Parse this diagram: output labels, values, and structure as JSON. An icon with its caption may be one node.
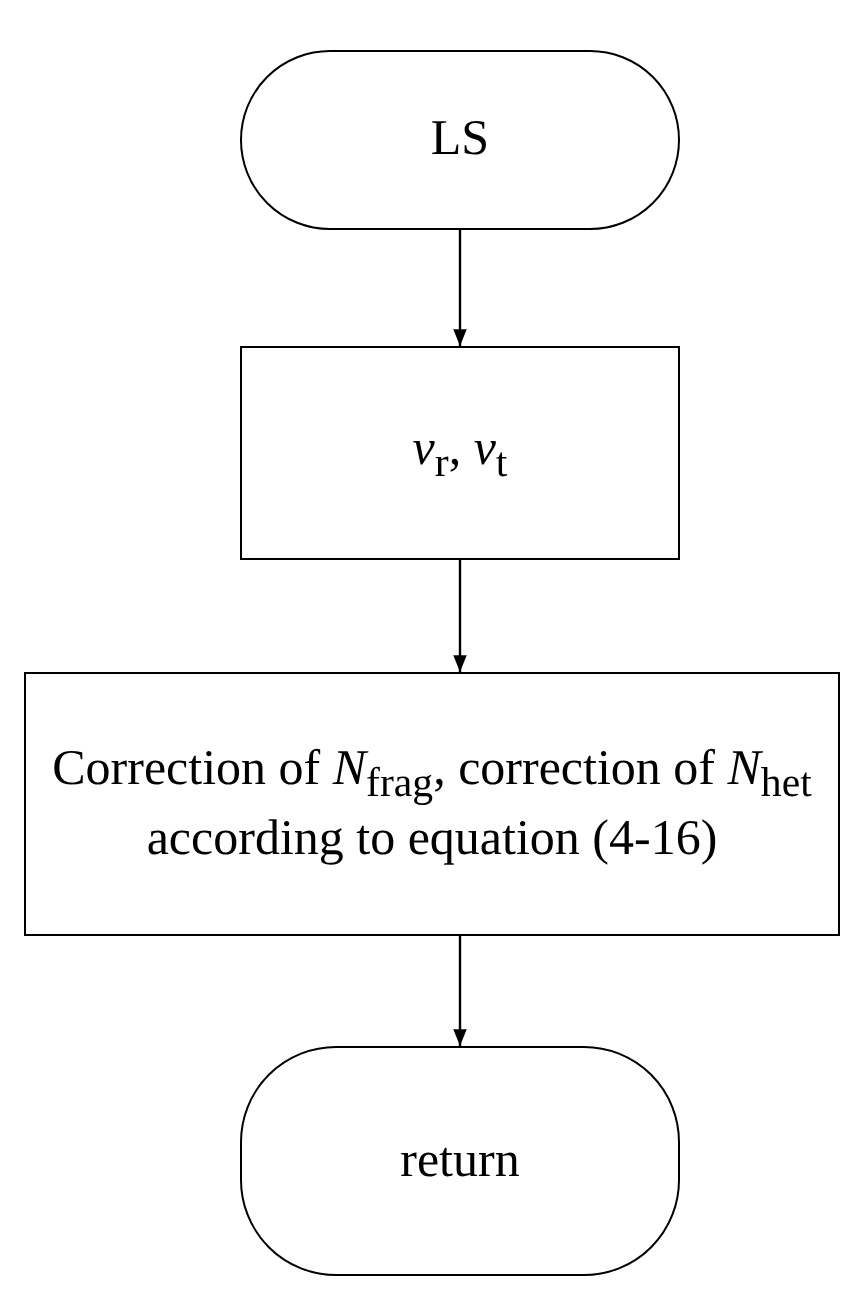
{
  "diagram": {
    "nodes": [
      {
        "text": [
          "LS"
        ]
      },
      {
        "text": [
          "*v*$_{r}$, *v*$_{t}$"
        ]
      },
      {
        "text": [
          "Correction of *N*$_{frag}$, correction of *N*$_{het}$ according to equation (4-16)"
        ]
      },
      {
        "text": [
          "return"
        ]
      }
    ],
    "edges": [
      {
        "from": 0,
        "to": 1,
        "arrow": "to"
      },
      {
        "from": 1,
        "to": 2,
        "arrow": "to"
      },
      {
        "from": 2,
        "to": 3,
        "arrow": "to"
      }
    ]
  }
}
